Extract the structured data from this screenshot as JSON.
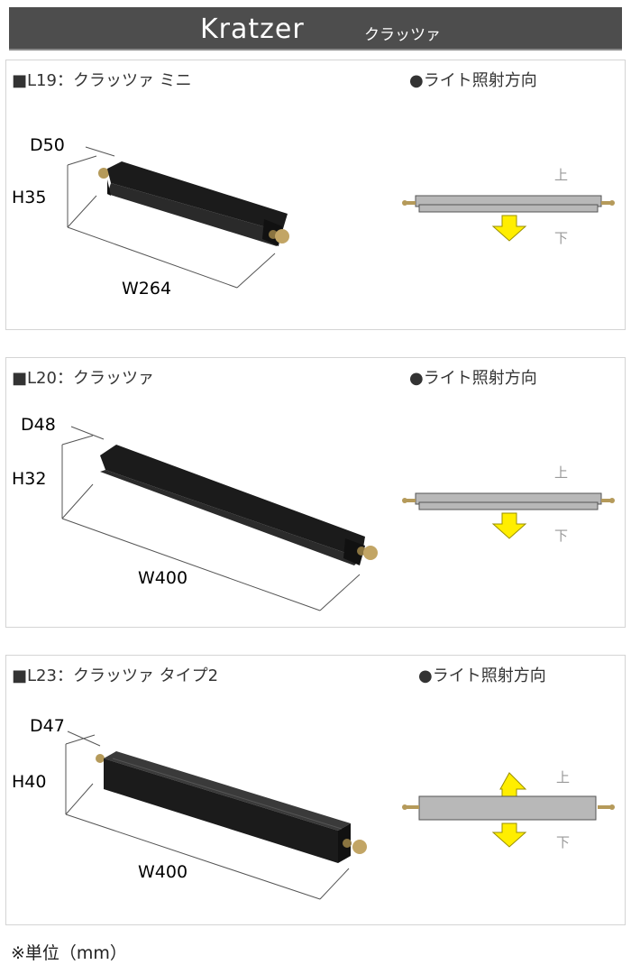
{
  "header": {
    "brand": "Kratzer",
    "brand_kana": "クラッツァ"
  },
  "direction_title": "●ライト照射方向",
  "side_top": "上",
  "side_bottom": "下",
  "products": [
    {
      "title": "■L19：クラッツァ ミニ",
      "d": "D50",
      "h": "H35",
      "w": "W264",
      "light_direction": "down"
    },
    {
      "title": "■L20：クラッツァ",
      "d": "D48",
      "h": "H32",
      "w": "W400",
      "light_direction": "down"
    },
    {
      "title": "■L23：クラッツァ タイプ2",
      "d": "D47",
      "h": "H40",
      "w": "W400",
      "light_direction": "up-down"
    }
  ],
  "footnote": "※単位（mm）",
  "colors": {
    "arrow": "#ffee00",
    "arrow_stroke": "#9a8f00",
    "bar": "#b8b8b8",
    "fixture": "#1a1a1a",
    "brass": "#b59a5a"
  }
}
